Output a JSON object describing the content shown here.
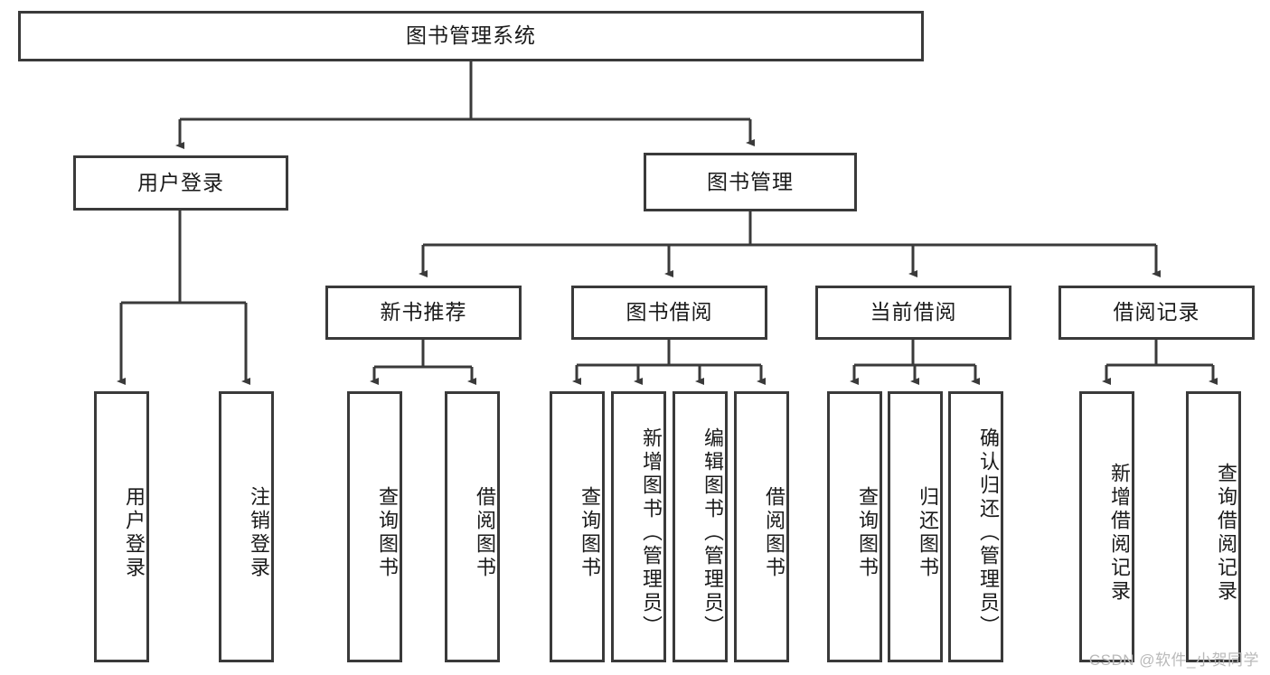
{
  "diagram": {
    "title": "图书管理系统",
    "watermark": "CSDN @软件_小贺同学",
    "style": {
      "stroke": "#3a3a3a",
      "fill": "#ffffff",
      "text": "#1a1a1a",
      "watermark_color": "#b9b9b9"
    }
  },
  "nodes": {
    "root": {
      "label": "图书管理系统"
    },
    "level2": [
      {
        "label": "用户登录"
      },
      {
        "label": "图书管理"
      }
    ],
    "level3": [
      {
        "label": "新书推荐"
      },
      {
        "label": "图书借阅"
      },
      {
        "label": "当前借阅"
      },
      {
        "label": "借阅记录"
      }
    ],
    "leaves": {
      "user_login": [
        {
          "label": "用户登录"
        },
        {
          "label": "注销登录"
        }
      ],
      "new_book": [
        {
          "label": "查询图书"
        },
        {
          "label": "借阅图书"
        }
      ],
      "book_borrow": [
        {
          "label": "查询图书"
        },
        {
          "label": "新增图书（管理员）"
        },
        {
          "label": "编辑图书（管理员）"
        },
        {
          "label": "借阅图书"
        }
      ],
      "current_borrow": [
        {
          "label": "查询图书"
        },
        {
          "label": "归还图书"
        },
        {
          "label": "确认归还（管理员）"
        }
      ],
      "borrow_record": [
        {
          "label": "新增借阅记录"
        },
        {
          "label": "查询借阅记录"
        }
      ]
    }
  }
}
